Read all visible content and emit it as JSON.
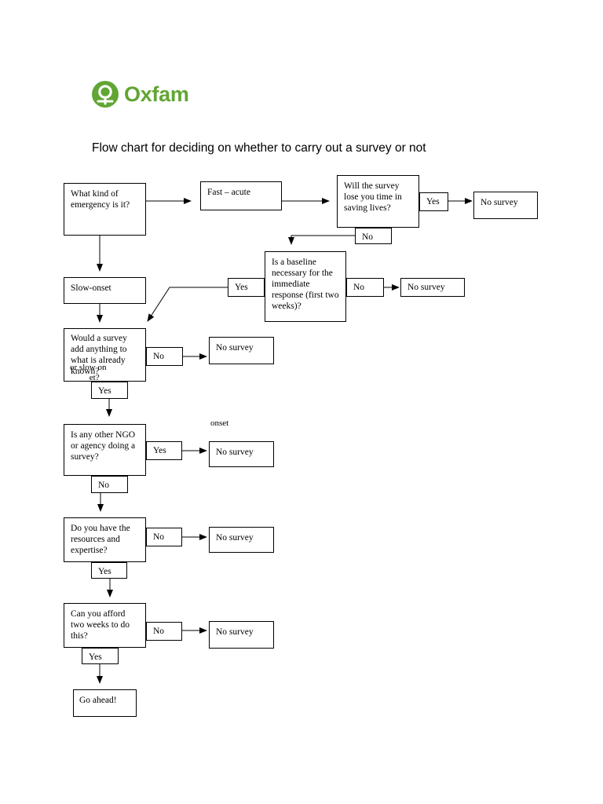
{
  "header": {
    "logo_text": "Oxfam",
    "brand_color": "#61A534",
    "title": "Flow chart for deciding on whether to carry out a survey or not"
  },
  "nodes": {
    "q_emergency": "What kind of emergency is it?",
    "fast_acute": "Fast – acute",
    "q_lose_time": "Will the survey lose you time in saving lives?",
    "yes_lose_time": "Yes",
    "no_survey_1": "No survey",
    "no_lose_time": "No",
    "q_baseline": "Is a baseline necessary for the immediate response (first two weeks)?",
    "yes_baseline": "Yes",
    "no_baseline": "No",
    "no_survey_2": "No survey",
    "slow_onset": "Slow-onset",
    "q_add_anything": "Would a survey\nadd anything to\nwhat is already\nknown?",
    "overlap_text": "or slow on\n         et?",
    "stray_onset": "onset",
    "no_add_anything": "No",
    "no_survey_3": "No survey",
    "yes_add_anything": "Yes",
    "q_other_ngo": "Is any other NGO or agency doing a survey?",
    "yes_other_ngo": "Yes",
    "no_survey_4": "No survey",
    "no_other_ngo": "No",
    "q_resources": "Do you have the resources and expertise?",
    "no_resources": "No",
    "no_survey_5": "No survey",
    "yes_resources": "Yes",
    "q_afford": "Can you afford two weeks to do this?",
    "no_afford": "No",
    "no_survey_6": "No survey",
    "yes_afford": "Yes",
    "go_ahead": "Go ahead!"
  }
}
